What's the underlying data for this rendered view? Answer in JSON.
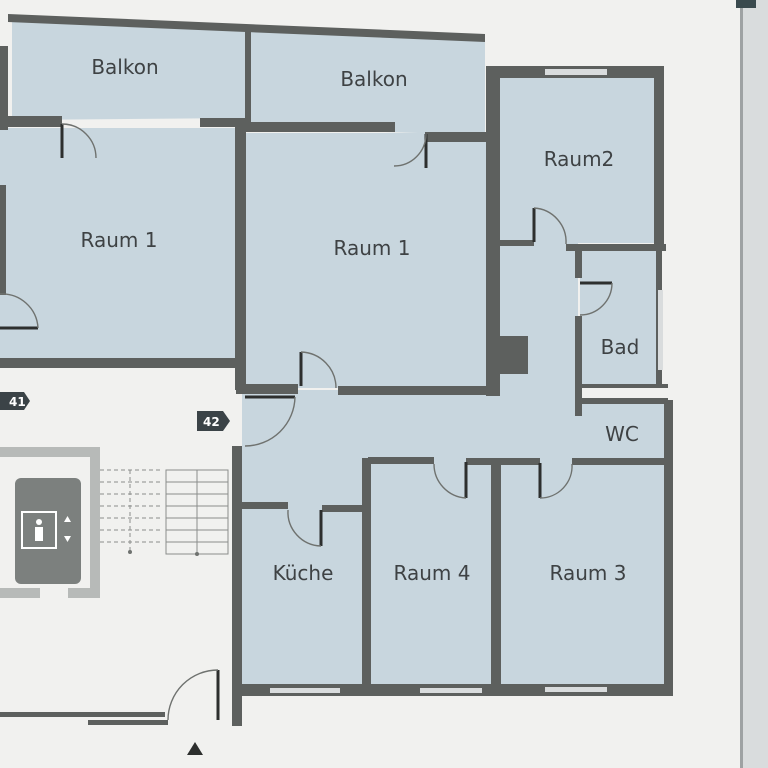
{
  "rooms": {
    "balkon_left": "Balkon",
    "balkon_mid": "Balkon",
    "raum1_left": "Raum 1",
    "raum1_mid": "Raum 1",
    "raum2": "Raum2",
    "bad": "Bad",
    "wc": "WC",
    "kueche": "Küche",
    "raum4": "Raum 4",
    "raum3": "Raum 3"
  },
  "badges": {
    "unit_41": "41",
    "unit_42": "42"
  },
  "colors": {
    "room_fill": "#c8d6de",
    "wall": "#5d605e",
    "paper": "#f1f1ef",
    "badge": "#3b4347"
  },
  "icons": {
    "elevator": "elevator-icon",
    "entrance": "entrance-arrow-icon"
  }
}
